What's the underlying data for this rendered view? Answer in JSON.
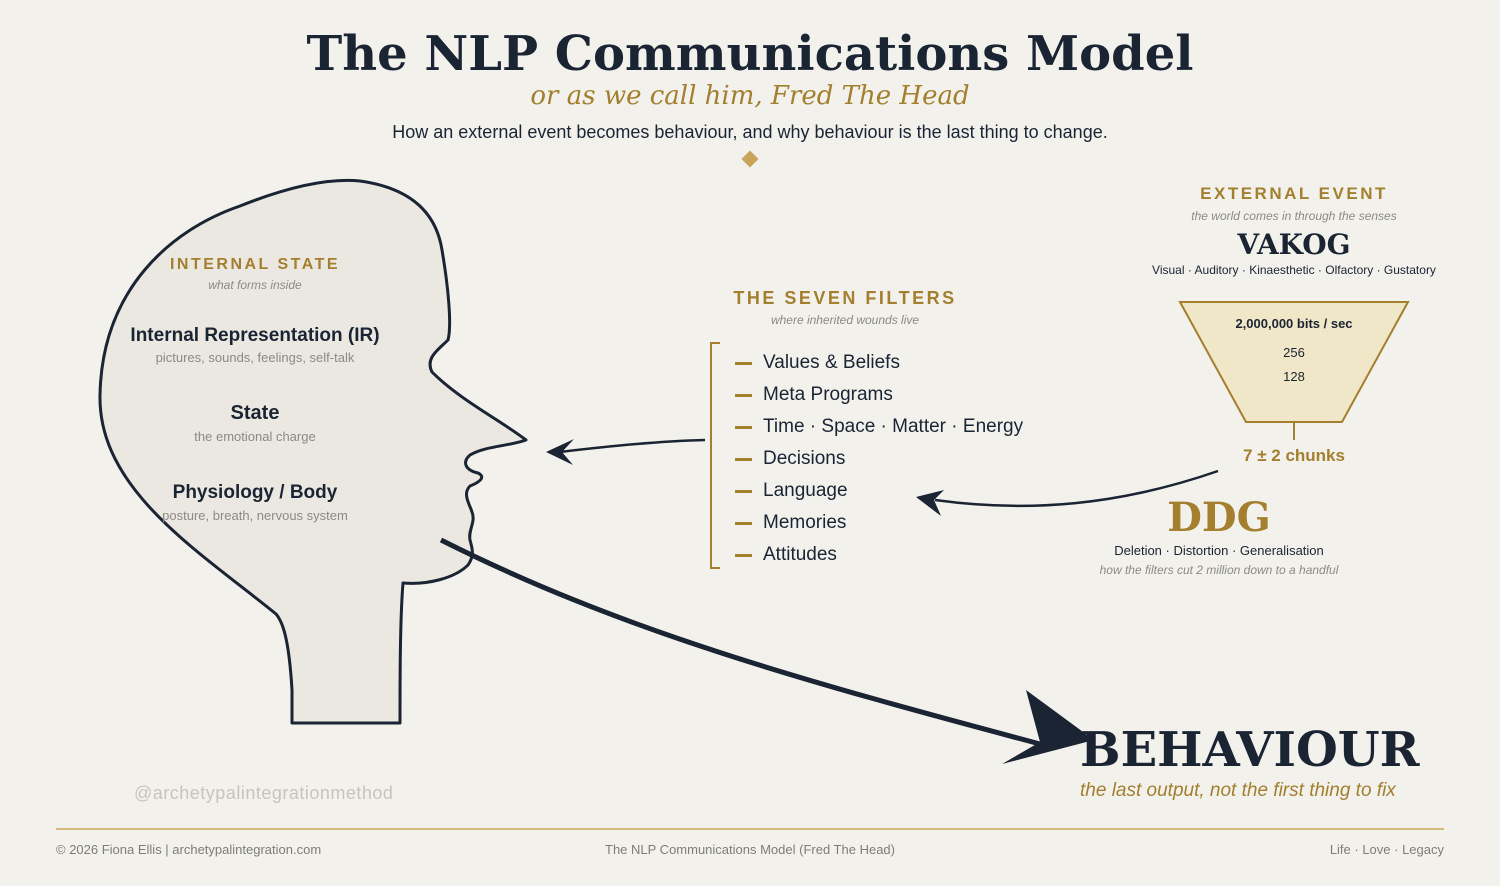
{
  "header": {
    "title": "The NLP Communications Model",
    "subtitle": "or as we call him, Fred The Head",
    "tagline": "How an external event becomes behaviour, and why behaviour is the last thing to change."
  },
  "internal_state": {
    "heading": "INTERNAL STATE",
    "sub": "what forms inside",
    "items": [
      {
        "title": "Internal Representation (IR)",
        "desc": "pictures, sounds, feelings, self-talk"
      },
      {
        "title": "State",
        "desc": "the emotional charge"
      },
      {
        "title": "Physiology / Body",
        "desc": "posture, breath, nervous system"
      }
    ]
  },
  "filters": {
    "heading": "THE SEVEN FILTERS",
    "sub": "where inherited wounds live",
    "items": [
      "Values & Beliefs",
      "Meta Programs",
      "Time · Space · Matter · Energy",
      "Decisions",
      "Language",
      "Memories",
      "Attitudes"
    ]
  },
  "external_event": {
    "heading": "EXTERNAL EVENT",
    "sub": "the world comes in through the senses",
    "acronym": "VAKOG",
    "senses": "Visual · Auditory · Kinaesthetic · Olfactory · Gustatory"
  },
  "funnel": {
    "top": "2,000,000 bits / sec",
    "mid": "256",
    "low": "128",
    "output": "7 ± 2 chunks"
  },
  "ddg": {
    "acronym": "DDG",
    "words": "Deletion · Distortion · Generalisation",
    "note": "how the filters cut 2 million down to a handful"
  },
  "behaviour": {
    "word": "BEHAVIOUR",
    "note": "the last output, not the first thing to fix"
  },
  "watermark": "@archetypalintegrationmethod",
  "footer": {
    "left": "© 2026 Fiona Ellis | archetypalintegration.com",
    "center": "The NLP Communications Model (Fred The Head)",
    "right": "Life · Love · Legacy"
  },
  "colors": {
    "background": "#f2f1ec",
    "navy": "#1b2433",
    "gold": "#a37f2e",
    "head_fill": "#ebe8e1",
    "funnel_fill": "#f0e6c8"
  }
}
